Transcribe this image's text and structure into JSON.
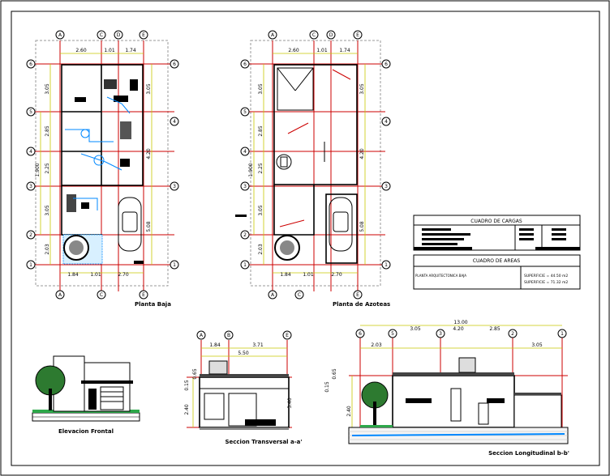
{
  "plan_baja": {
    "title": "Planta Baja",
    "top_axes": [
      "A",
      "C",
      "D",
      "E"
    ],
    "left_axes": [
      "6",
      "5",
      "4",
      "3",
      "2",
      "1"
    ],
    "right_axes": [
      "6",
      "4",
      "3",
      "1"
    ],
    "top_dims": [
      "2.60",
      "1.01",
      "1.74"
    ],
    "bottom_dims": [
      "1.84",
      "1.01",
      "2.70"
    ],
    "left_dims": [
      "3.05",
      "2.85",
      "2.25",
      "3.05",
      "2.03"
    ],
    "outer_left_dims": [
      "1.900"
    ],
    "right_dims": [
      "3.05",
      "4.20",
      "5.08"
    ]
  },
  "plan_azotea": {
    "title": "Planta de Azoteas",
    "top_axes": [
      "A",
      "C",
      "D",
      "E"
    ],
    "left_axes": [
      "6",
      "5",
      "4",
      "3",
      "2",
      "1"
    ],
    "right_axes": [
      "6",
      "4",
      "3",
      "1"
    ],
    "top_dims": [
      "2.60",
      "1.01",
      "1.74"
    ],
    "bottom_dims": [
      "1.84",
      "1.01",
      "2.70"
    ],
    "left_dims": [
      "3.05",
      "2.85",
      "2.25",
      "3.05",
      "2.03"
    ],
    "outer_left_dims": [
      "1.900"
    ],
    "right_dims": [
      "3.05",
      "4.20",
      "5.08"
    ]
  },
  "cuadro_cargas": {
    "title": "CUADRO DE CARGAS"
  },
  "cuadro_areas": {
    "title": "CUADRO DE AREAS",
    "row_label": "PLANTA ARQUITECTONICA BAJA",
    "superficies": [
      "SUPERFICIE = 44.50 m2",
      "SUPERFICIE = 71.32 m2"
    ]
  },
  "elevacion": {
    "title": "Elevacion Frontal"
  },
  "seccion_a": {
    "title": "Seccion Transversal a-a'",
    "axes": [
      "A",
      "B",
      "E"
    ],
    "dims": [
      "1.84",
      "3.71",
      "5.50"
    ],
    "heights": [
      "0.15",
      "0.65",
      "2.40",
      "3.40"
    ]
  },
  "seccion_b": {
    "title": "Seccion Longitudinal b-b'",
    "axes": [
      "6",
      "5",
      "3",
      "2",
      "1"
    ],
    "total": "13.00",
    "dims": [
      "2.03",
      "3.05",
      "4.20",
      "2.85",
      "3.05"
    ],
    "heights": [
      "0.15",
      "0.65",
      "2.40"
    ]
  },
  "colors": {
    "axis": "#cc0000",
    "dim": "#c8c800",
    "wall": "#000000",
    "plumbing": "#0088ff",
    "grass": "#2da84a"
  }
}
